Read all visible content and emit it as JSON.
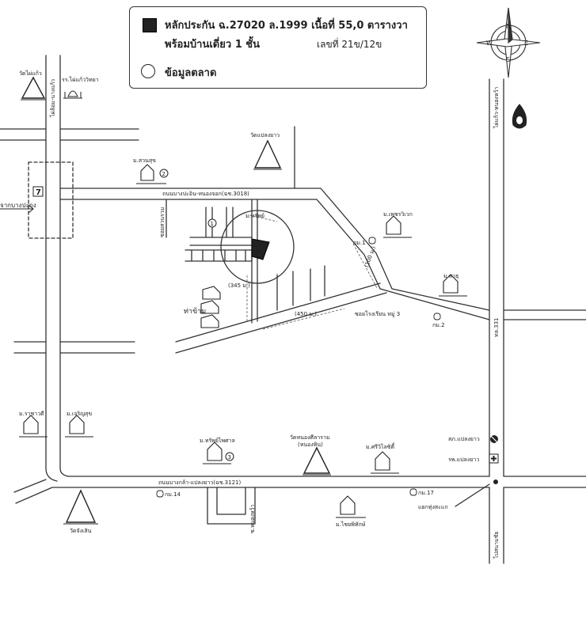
{
  "legend": {
    "line1": "หลักประกัน ฉ.27020 ล.1999 เนื้อที่ 55,0 ตารางวา",
    "line2": "พร้อมบ้านเดี่ยว 1 ชั้น",
    "house_no": "เลขที่ 21ข/12ข",
    "market_data": "ข้อมูลตลาด"
  },
  "labels": {
    "wat_top_left": "วัดไผ่แก้ว",
    "school_top": "รร.ไผ่แก้ววิทยา",
    "road_vertical_left": "ไผ่ล้อม-นางแก้ว",
    "wat_plaeng": "วัดแปลงยาว",
    "village_2": "ม.สวนสุข",
    "road_3018": "ถนนบางปะอิน-หนองจอก(ฉช.3018)",
    "soi_left": "ซอยสวนรวม",
    "from_bangpakong": "จากบางปะกง",
    "village_1": "ม.ทรัพย์",
    "dist_345": "(345 ม.)",
    "rice_field": "ท่าข้าม",
    "dist_450": "(450 ม.)",
    "soi_main": "ซอยโรงเรียน หมู่ 3",
    "village_paktong": "ม.เพชรวิเวก",
    "pole_top": "กม.1",
    "dist_100": "(100 ม.)",
    "village_right": "ม.สาธุ",
    "pole_right": "กม.2",
    "road_right_top": "ไผ่แก้ว-หนองหว้า",
    "road_331": "ทล.331",
    "village_left": "ม.ราชาวดี",
    "village_charoen": "ม.เจริญสุข",
    "village_3": "ม.ทรัพย์ไพศาล",
    "wat_nong": "วัดหนองศีลาราม",
    "wat_nong_sub": "(หนองหิน)",
    "village_sri": "ม.ศรีวิไลซิตี้",
    "police": "สภ.แปลงยาว",
    "hospital": "รพ.แปลงยาว",
    "road_3121": "ถนนบางกล้า-แปลงยาว(ฉช.3121)",
    "pole_14": "กม.14",
    "pole_17": "กม.17",
    "junction": "แยกทุ่งสะแก",
    "soi_bottom": "ซ.หนองหว้า",
    "village_chai": "ม.ไชยพิทักษ์",
    "wat_bottom_left": "วัดจังเสิน",
    "road_right_bottom": "ไปสนามชัย",
    "seven_eleven": "7"
  },
  "markers": {
    "subject": "1",
    "v2": "2",
    "v3": "3"
  },
  "compass": {
    "n": "N",
    "s": "S",
    "e": "E",
    "w": "W"
  }
}
